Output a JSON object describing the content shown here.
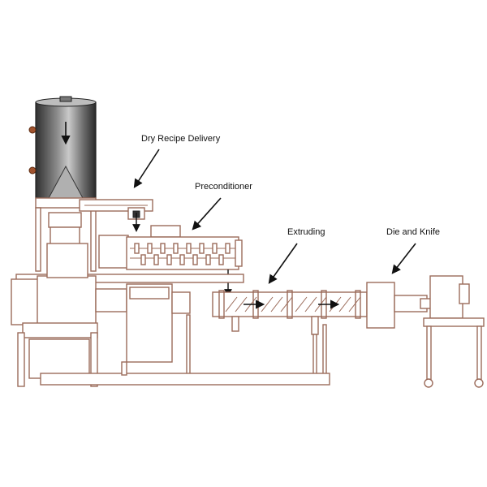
{
  "labels": {
    "dry_recipe_delivery": "Dry Recipe Delivery",
    "preconditioner": "Preconditioner",
    "extruding": "Extruding",
    "die_and_knife": "Die and Knife"
  },
  "colors": {
    "outline": "#9b6b5a",
    "hopper_dark": "#3a3a3a",
    "hopper_light": "#9a9a9a",
    "arrow": "#111111",
    "background": "#ffffff"
  }
}
